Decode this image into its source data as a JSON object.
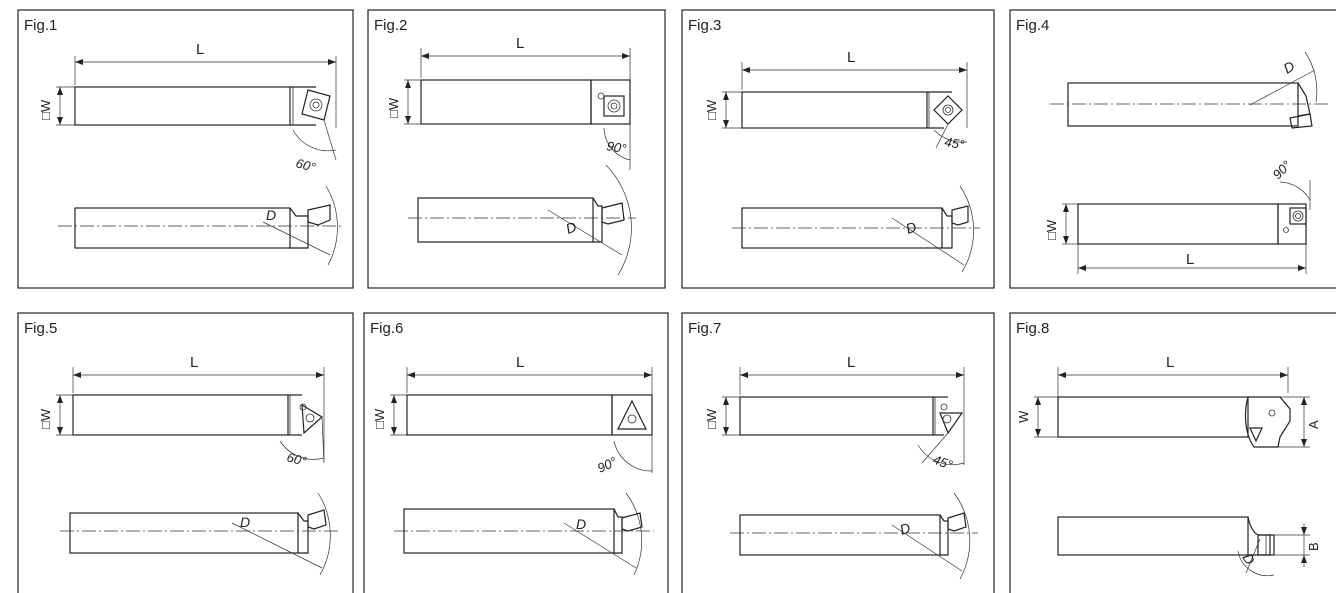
{
  "figures": [
    {
      "label": "Fig.1",
      "angle": "60°",
      "length_symbol": "L",
      "width_symbol": "□W",
      "diameter_symbol": "D"
    },
    {
      "label": "Fig.2",
      "angle": "90°",
      "length_symbol": "L",
      "width_symbol": "□W",
      "diameter_symbol": "D"
    },
    {
      "label": "Fig.3",
      "angle": "45°",
      "length_symbol": "L",
      "width_symbol": "□W",
      "diameter_symbol": "D"
    },
    {
      "label": "Fig.4",
      "angle": "90°",
      "length_symbol": "L",
      "width_symbol": "□W",
      "diameter_symbol": "D"
    },
    {
      "label": "Fig.5",
      "angle": "60°",
      "length_symbol": "L",
      "width_symbol": "□W",
      "diameter_symbol": "D"
    },
    {
      "label": "Fig.6",
      "angle": "90°",
      "length_symbol": "L",
      "width_symbol": "□W",
      "diameter_symbol": "D"
    },
    {
      "label": "Fig.7",
      "angle": "45°",
      "length_symbol": "L",
      "width_symbol": "□W",
      "diameter_symbol": "D"
    },
    {
      "label": "Fig.8",
      "length_symbol": "L",
      "width_symbol": "W",
      "diameter_symbol": "D",
      "height_symbol": "A",
      "thickness_symbol": "B"
    }
  ],
  "colors": {
    "line": "#222222",
    "background": "#ffffff"
  }
}
